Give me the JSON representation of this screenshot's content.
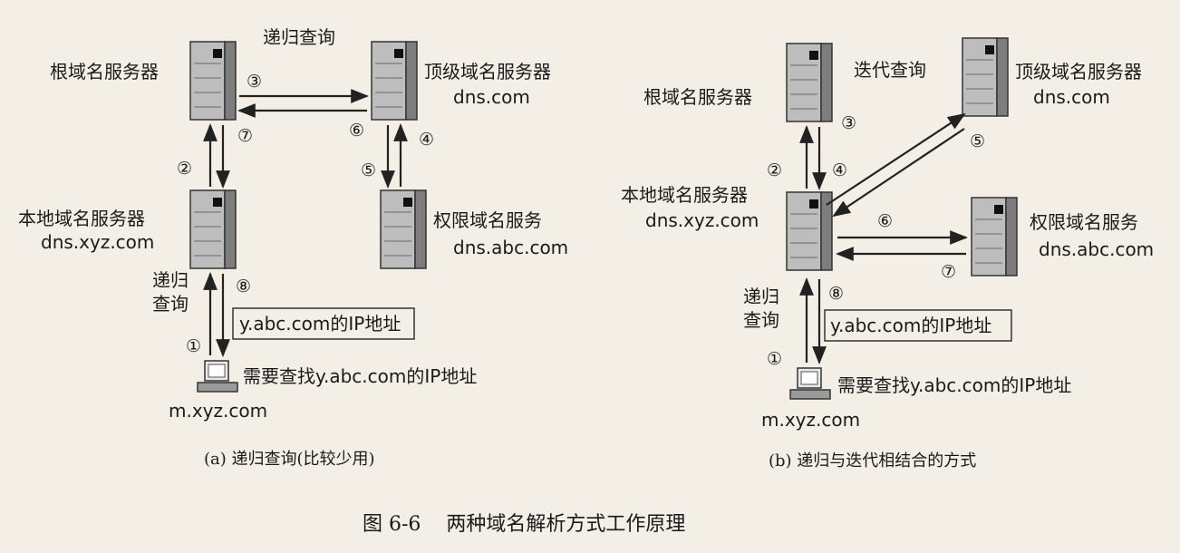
{
  "panel_a": {
    "mode_label": "递归查询",
    "root": {
      "name": "根域名服务器"
    },
    "tld": {
      "name": "顶级域名服务器",
      "domain": "dns.com"
    },
    "local": {
      "name": "本地域名服务器",
      "domain": "dns.xyz.com"
    },
    "auth": {
      "name": "权限域名服务",
      "domain": "dns.abc.com"
    },
    "client": {
      "domain": "m.xyz.com",
      "need": "需要查找y.abc.com的IP地址"
    },
    "reply_box": "y.abc.com的IP地址",
    "client_query_line1": "递归",
    "client_query_line2": "查询",
    "steps": [
      "①",
      "②",
      "③",
      "④",
      "⑤",
      "⑥",
      "⑦",
      "⑧"
    ],
    "caption": "(a) 递归查询(比较少用)"
  },
  "panel_b": {
    "mode_label": "迭代查询",
    "root": {
      "name": "根域名服务器"
    },
    "tld": {
      "name": "顶级域名服务器",
      "domain": "dns.com"
    },
    "local": {
      "name": "本地域名服务器",
      "domain": "dns.xyz.com"
    },
    "auth": {
      "name": "权限域名服务",
      "domain": "dns.abc.com"
    },
    "client": {
      "domain": "m.xyz.com",
      "need": "需要查找y.abc.com的IP地址"
    },
    "reply_box": "y.abc.com的IP地址",
    "client_query_line1": "递归",
    "client_query_line2": "查询",
    "steps": [
      "①",
      "②",
      "③",
      "④",
      "⑤",
      "⑥",
      "⑦",
      "⑧"
    ],
    "caption": "(b) 递归与迭代相结合的方式"
  },
  "figure_caption": "图 6-6    两种域名解析方式工作原理"
}
